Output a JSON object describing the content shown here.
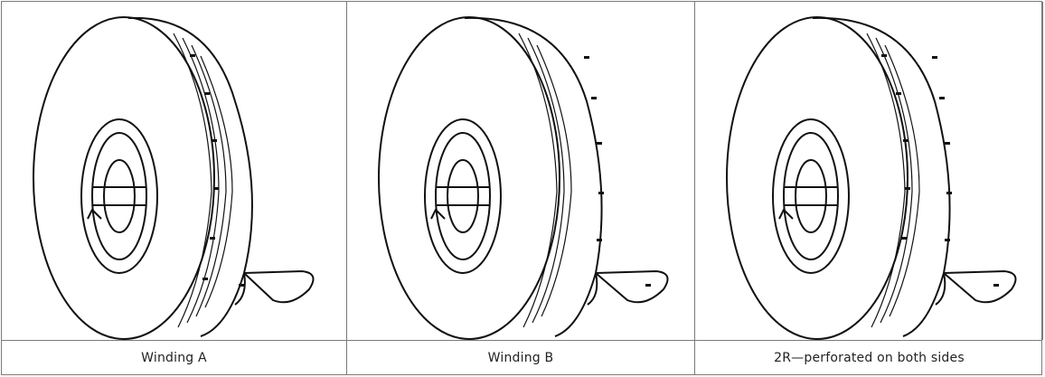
{
  "panels": [
    {
      "caption": "Winding A"
    },
    {
      "caption": "Winding B"
    },
    {
      "caption": "2R—perforated on both sides"
    }
  ]
}
